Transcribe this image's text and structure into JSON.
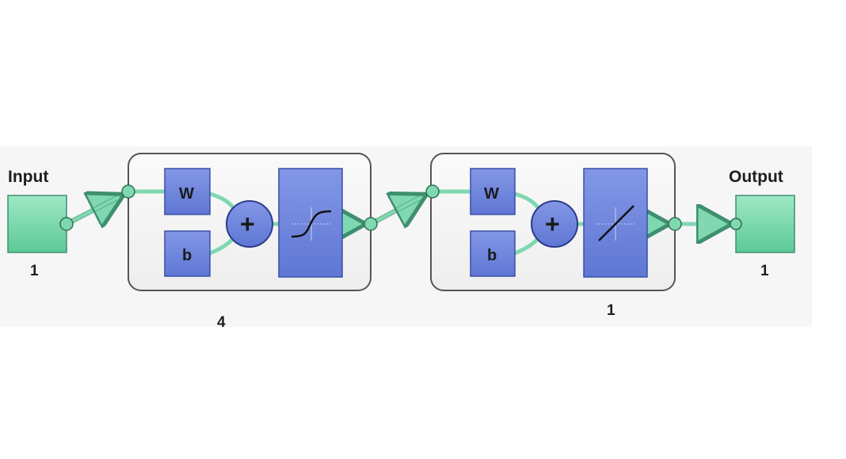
{
  "diagram": {
    "input": {
      "label": "Input",
      "size": "1"
    },
    "output": {
      "label": "Output",
      "size": "1"
    },
    "hidden_layer": {
      "weight_label": "W",
      "bias_label": "b",
      "sum_symbol": "+",
      "transfer": "sigmoid",
      "size": "4"
    },
    "output_layer": {
      "weight_label": "W",
      "bias_label": "b",
      "sum_symbol": "+",
      "transfer": "linear",
      "size": "1"
    }
  },
  "colors": {
    "io_fill": "#6fd6a8",
    "block_fill": "#6f86dd",
    "block_stroke": "#3a4fa8",
    "connector": "#7fd8b0",
    "connector_stroke": "#3f8f6e",
    "layer_frame": "#555555"
  }
}
